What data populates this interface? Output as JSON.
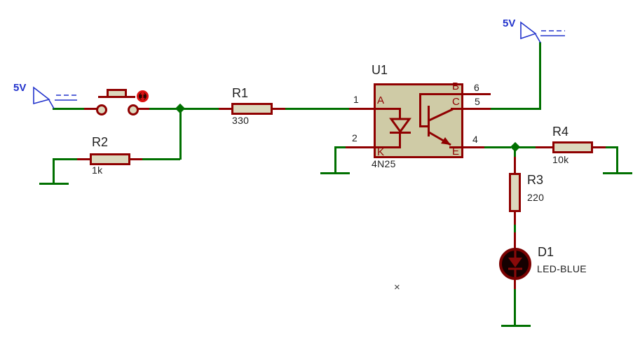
{
  "colors": {
    "wire": "#007000",
    "component": "#8f0000",
    "component_fill": "#dcd8bd",
    "ic_fill": "#cfcba6",
    "power": "#2233cc",
    "text": "#1f1f1f",
    "actuator_ring": "#dd1111",
    "actuator_fill": "#2b0503",
    "led_ring": "#7a0202",
    "led_fill": "#150101",
    "led_symbol": "#8a0a0a"
  },
  "power_rails": {
    "left_label": "5V",
    "right_label": "5V"
  },
  "components": {
    "r1": {
      "ref": "R1",
      "value": "330"
    },
    "r2": {
      "ref": "R2",
      "value": "1k"
    },
    "r3": {
      "ref": "R3",
      "value": "220"
    },
    "r4": {
      "ref": "R4",
      "value": "10k"
    },
    "u1": {
      "ref": "U1",
      "value": "4N25",
      "pin_letters": {
        "anode": "A",
        "cathode": "K",
        "base": "B",
        "collector": "C",
        "emitter": "E"
      },
      "pin_numbers": {
        "anode": "1",
        "cathode": "2",
        "base": "6",
        "collector": "5",
        "emitter": "4"
      }
    },
    "d1": {
      "ref": "D1",
      "value": "LED-BLUE"
    }
  },
  "origin_marker": "×"
}
